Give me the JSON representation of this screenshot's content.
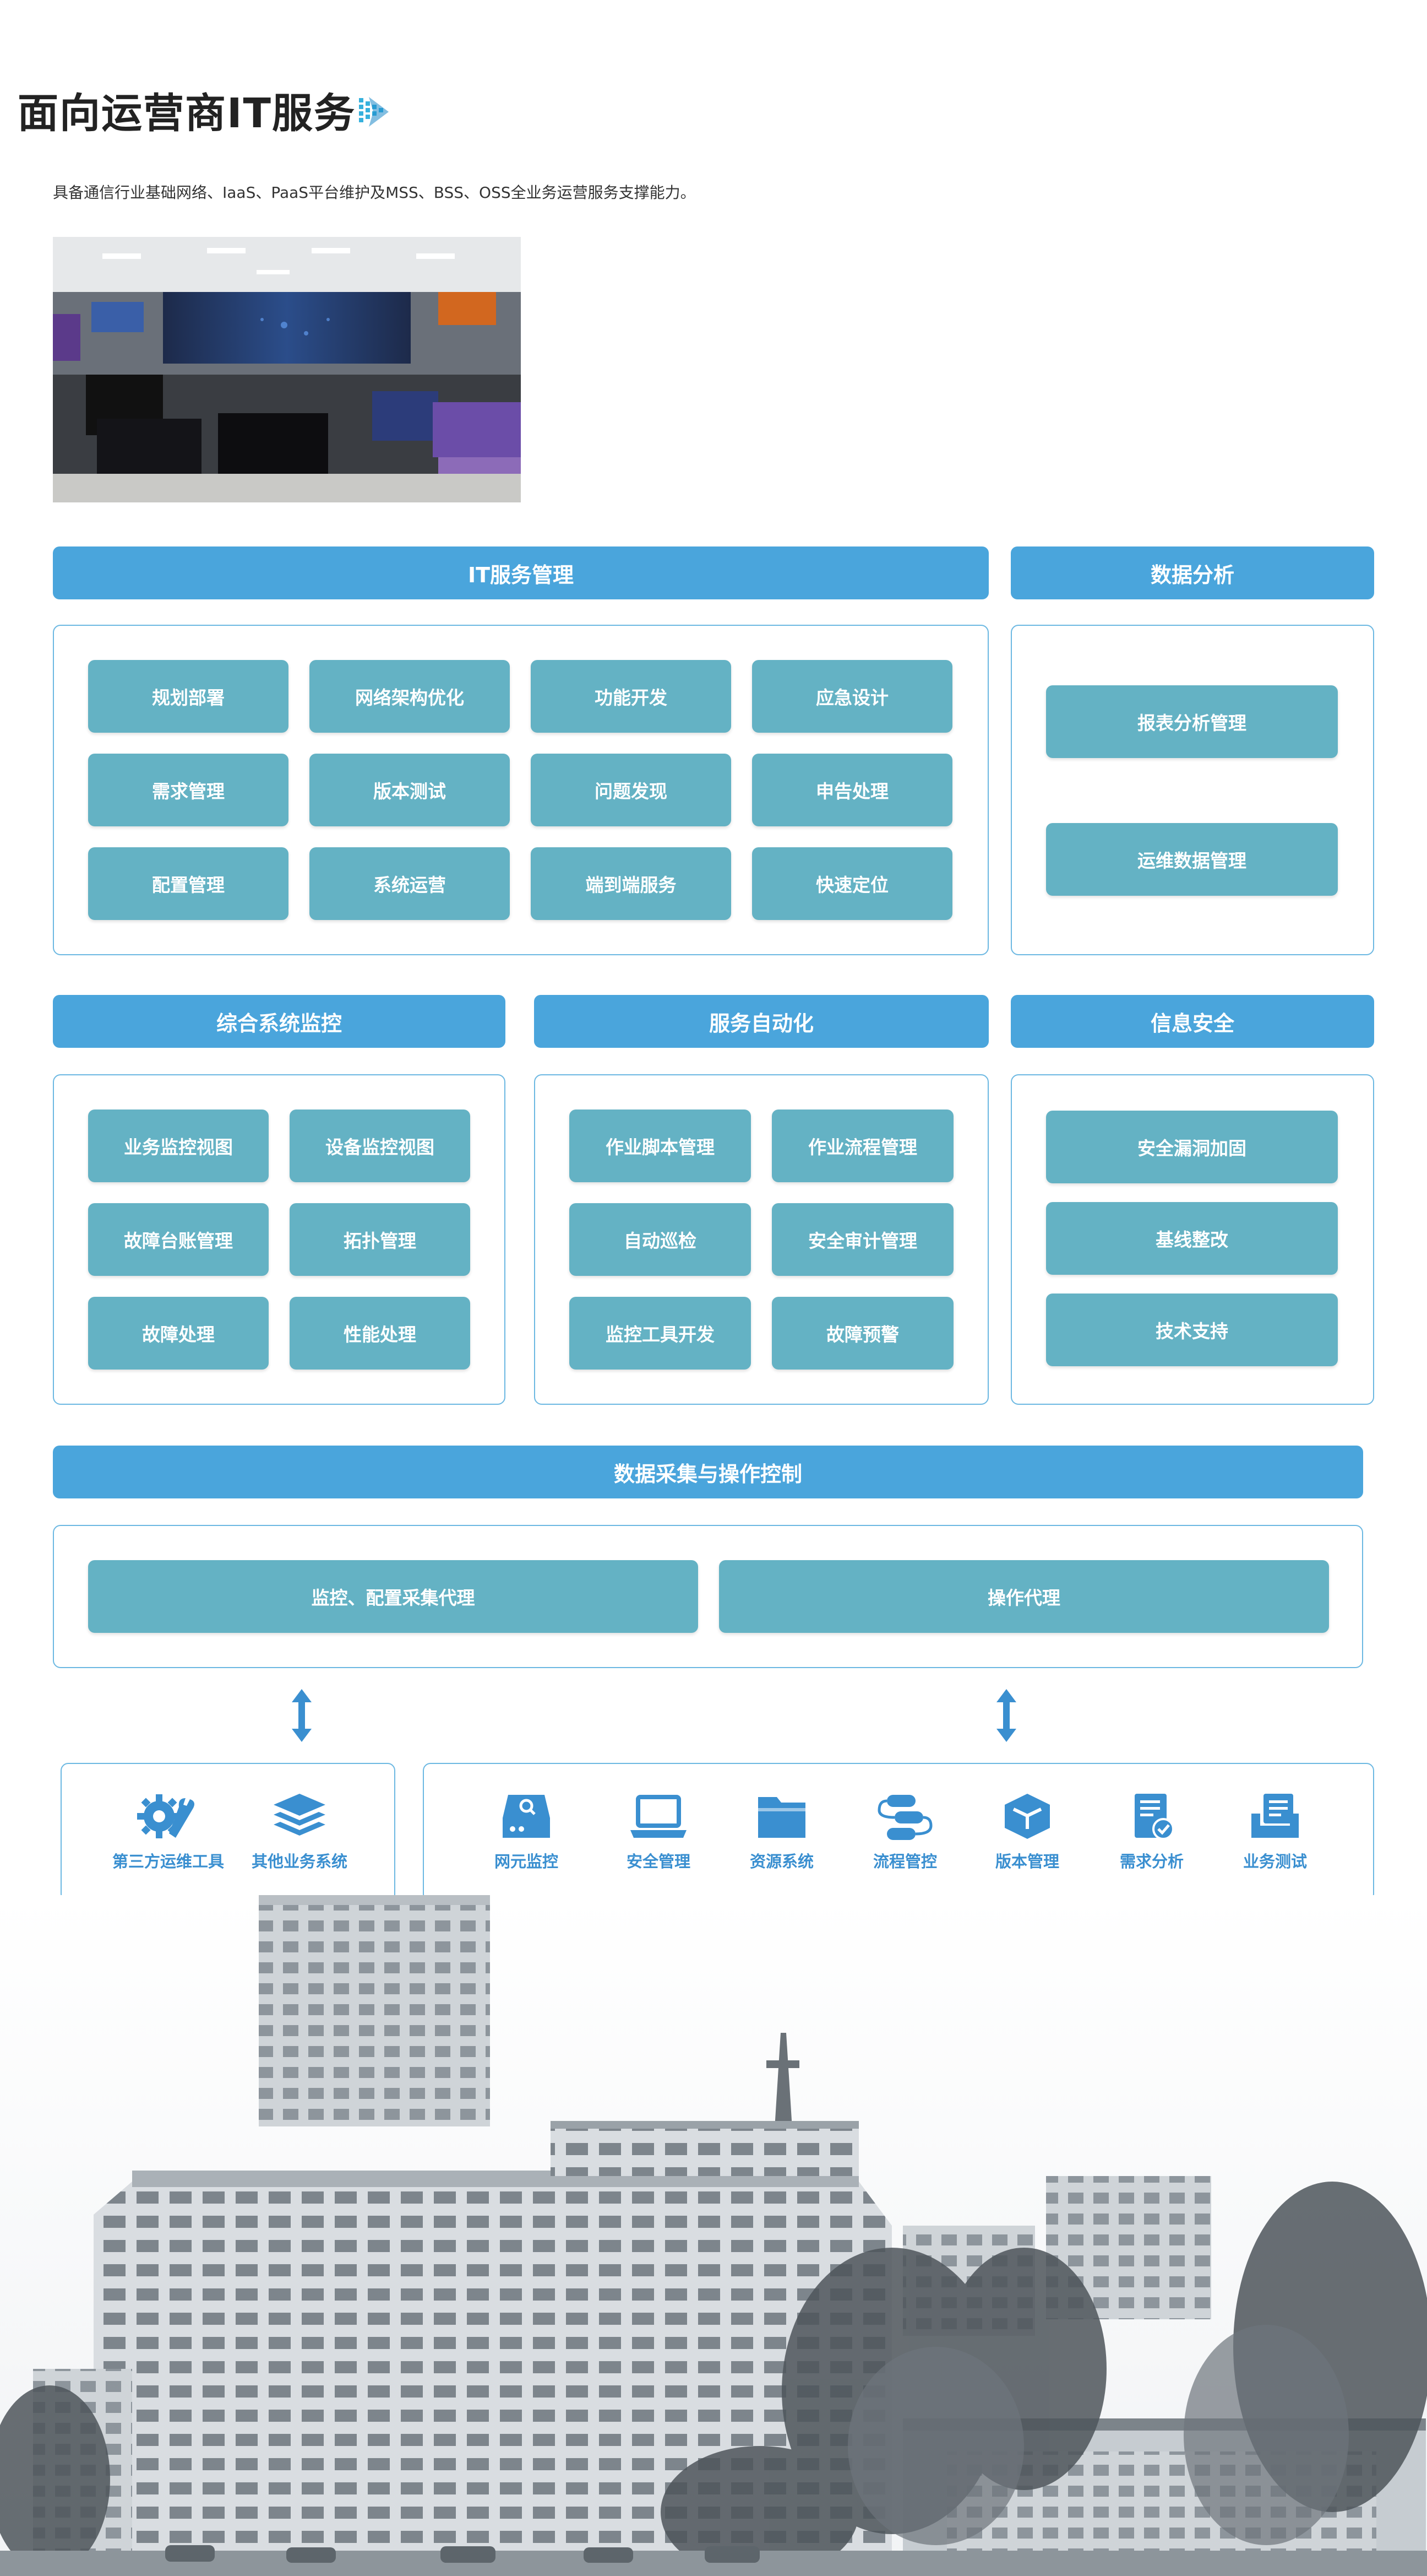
{
  "title": "面向运营商IT服务",
  "subtitle": "具备通信行业基础网络、IaaS、PaaS平台维护及MSS、BSS、OSS全业务运营服务支撑能力。",
  "colors": {
    "header": "#4aa5dc",
    "tile": "#64b2c4",
    "border": "#6cb8e2",
    "icon": "#3a8fd0"
  },
  "it_service": {
    "header": "IT服务管理",
    "items": [
      "规划部署",
      "网络架构优化",
      "功能开发",
      "应急设计",
      "需求管理",
      "版本测试",
      "问题发现",
      "申告处理",
      "配置管理",
      "系统运营",
      "端到端服务",
      "快速定位"
    ]
  },
  "data_analysis": {
    "header": "数据分析",
    "items": [
      "报表分析管理",
      "运维数据管理"
    ]
  },
  "monitoring": {
    "header": "综合系统监控",
    "items": [
      "业务监控视图",
      "设备监控视图",
      "故障台账管理",
      "拓扑管理",
      "故障处理",
      "性能处理"
    ]
  },
  "automation": {
    "header": "服务自动化",
    "items": [
      "作业脚本管理",
      "作业流程管理",
      "自动巡检",
      "安全审计管理",
      "监控工具开发",
      "故障预警"
    ]
  },
  "security": {
    "header": "信息安全",
    "items": [
      "安全漏洞加固",
      "基线整改",
      "技术支持"
    ]
  },
  "data_collection": {
    "header": "数据采集与操作控制",
    "items": [
      "监控、配置采集代理",
      "操作代理"
    ]
  },
  "sources_left": [
    {
      "label": "第三方运维工具",
      "icon": "gears-icon"
    },
    {
      "label": "其他业务系统",
      "icon": "layers-icon"
    }
  ],
  "sources_right": [
    {
      "label": "网元监控",
      "icon": "drive-search-icon"
    },
    {
      "label": "安全管理",
      "icon": "laptop-icon"
    },
    {
      "label": "资源系统",
      "icon": "folder-icon"
    },
    {
      "label": "流程管控",
      "icon": "flow-icon"
    },
    {
      "label": "版本管理",
      "icon": "cube-icon"
    },
    {
      "label": "需求分析",
      "icon": "document-check-icon"
    },
    {
      "label": "业务测试",
      "icon": "clipboard-stack-icon"
    }
  ]
}
